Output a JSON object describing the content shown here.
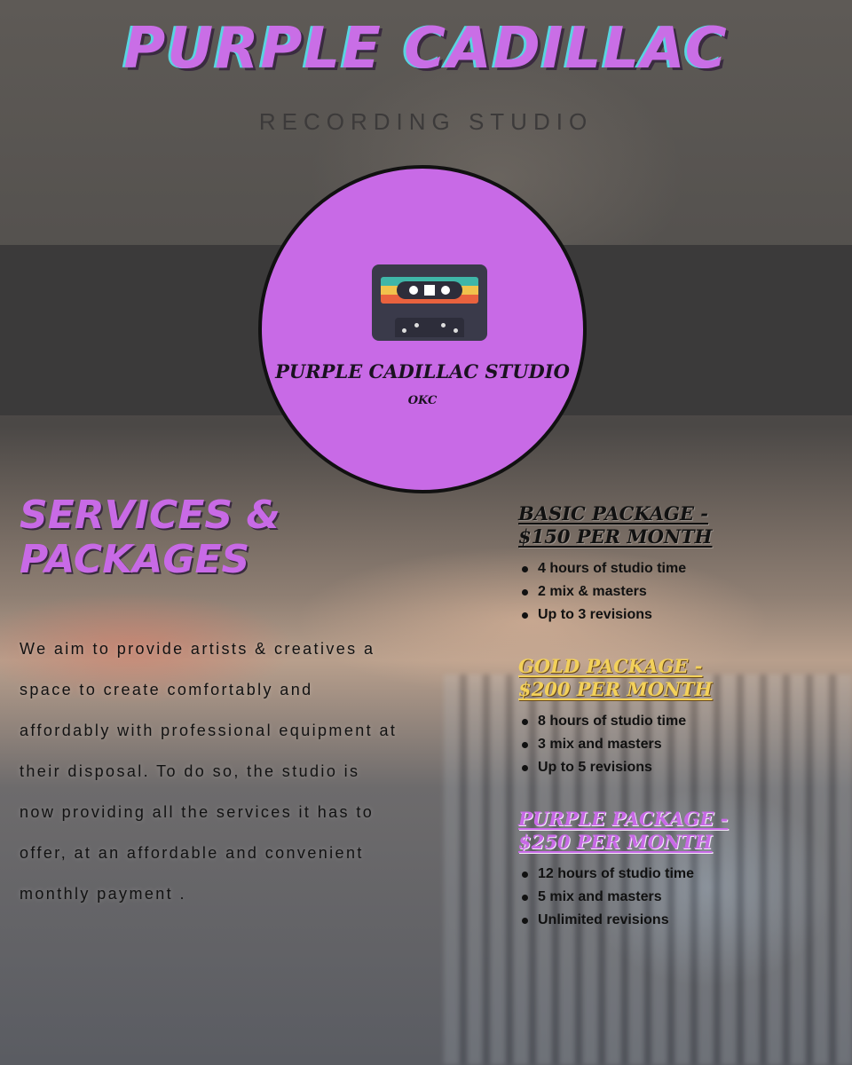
{
  "header": {
    "title": "PURPLE CADILLAC",
    "subtitle": "RECORDING STUDIO"
  },
  "logo": {
    "name": "PURPLE CADILLAC STUDIO",
    "city": "OKC",
    "icon": "cassette-icon"
  },
  "services": {
    "title_line1": "SERVICES &",
    "title_line2": "PACKAGES",
    "description": "We aim to provide artists & creatives a space to create comfortably and affordably with professional equipment at their disposal. To do so, the studio is now providing all the services it has to offer, at an affordable and convenient monthly payment ."
  },
  "packages": [
    {
      "title_line1": "BASIC PACKAGE -",
      "title_line2": "$150 PER MONTH",
      "features": [
        "4 hours of studio time",
        "2 mix & masters",
        "Up to 3 revisions"
      ]
    },
    {
      "title_line1": "GOLD PACKAGE -",
      "title_line2": "$200 PER MONTH",
      "features": [
        "8 hours of studio time",
        "3 mix and masters",
        "Up to 5 revisions"
      ]
    },
    {
      "title_line1": "PURPLE PACKAGE -",
      "title_line2": "$250 PER MONTH",
      "features": [
        "12 hours of studio time",
        "5 mix and masters",
        "Unlimited revisions"
      ]
    }
  ],
  "colors": {
    "accent_purple": "#c86ae6",
    "accent_cyan": "#59d4e0",
    "gold": "#f3d15a"
  }
}
